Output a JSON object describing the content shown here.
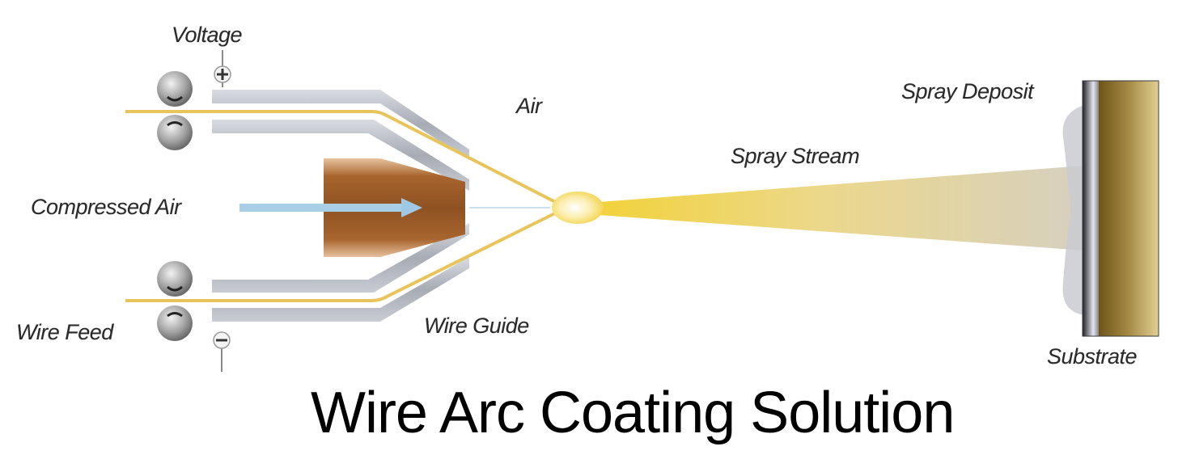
{
  "diagram": {
    "title": "Wire Arc Coating Solution",
    "labels": {
      "voltage": "Voltage",
      "air": "Air",
      "compressed_air": "Compressed Air",
      "wire_feed": "Wire Feed",
      "wire_guide": "Wire Guide",
      "spray_stream": "Spray Stream",
      "spray_deposit": "Spray Deposit",
      "substrate": "Substrate"
    },
    "polarity": {
      "positive": "+",
      "negative": "−"
    },
    "colors": {
      "wire": "#e8c45a",
      "guide": "#b8bcc4",
      "nozzle": "#9a5a2a",
      "air_arrow": "#a9cfe6",
      "spray": "#f0d060",
      "substrate": "#8c6d2a",
      "deposit": "#9a9ca4"
    }
  }
}
